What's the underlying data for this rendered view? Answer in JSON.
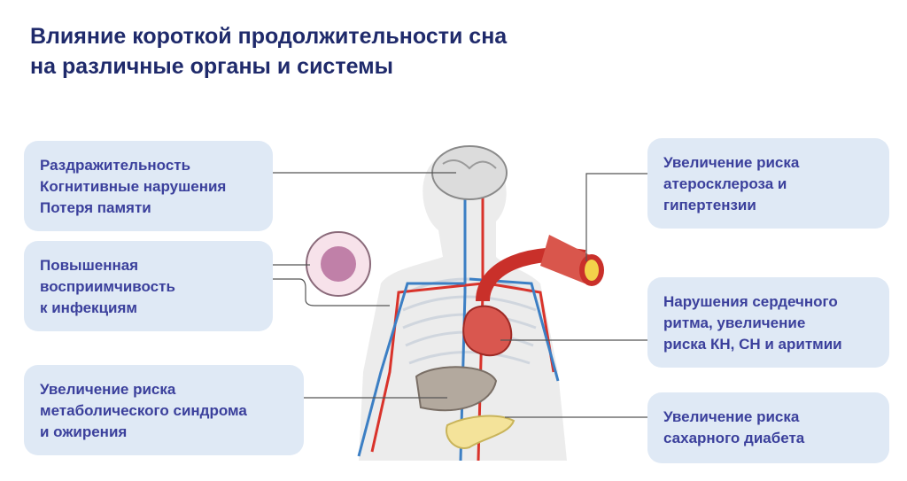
{
  "title": [
    "Влияние короткой продолжительности сна",
    "на различные органы и системы"
  ],
  "boxes": {
    "brain": [
      "Раздражительность",
      "Когнитивные нарушения",
      "Потеря памяти"
    ],
    "immune": [
      "Повышенная",
      "восприимчивость",
      "к инфекциям"
    ],
    "metabolic": [
      "Увеличение риска",
      "метаболического синдрома",
      "и ожирения"
    ],
    "vessels": [
      "Увеличение риска",
      "атеросклероза и",
      "гипертензии"
    ],
    "heart": [
      "Нарушения сердечного",
      "ритма, увеличение",
      "риска КН, СН и аритмии"
    ],
    "diabetes": [
      "Увеличение риска",
      "сахарного диабета"
    ]
  },
  "colors": {
    "title": "#1f2a6b",
    "text": "#3b409c",
    "box": "#dfe9f5",
    "artery": "#d9332b",
    "vein": "#3c7fc4"
  }
}
